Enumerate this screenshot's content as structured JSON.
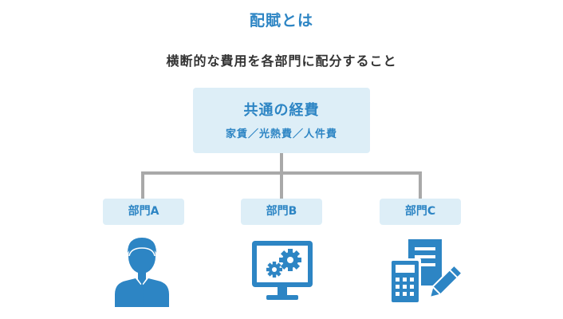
{
  "title": "配賦とは",
  "subtitle": "横断的な費用を各部門に配分すること",
  "top_box": {
    "heading": "共通の経費",
    "items": "家賃／光熱費／人件費"
  },
  "departments": [
    {
      "label": "部門A",
      "icon": "person-icon"
    },
    {
      "label": "部門B",
      "icon": "monitor-gears-icon"
    },
    {
      "label": "部門C",
      "icon": "calculator-document-icon"
    }
  ],
  "colors": {
    "accent": "#2d85c4",
    "box_fill": "#ddeef7",
    "connector": "#a9a9a9",
    "text": "#333333"
  }
}
